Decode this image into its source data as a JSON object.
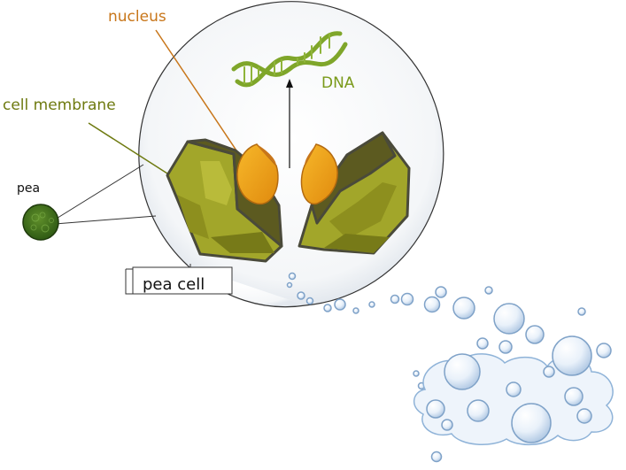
{
  "labels": {
    "nucleus": "nucleus",
    "dna": "DNA",
    "cell_membrane": "cell membrane",
    "pea": "pea",
    "pea_cell": "pea cell"
  },
  "colors": {
    "nucleus_label": "#c8761a",
    "dna_label": "#7a9a1a",
    "membrane_label": "#6e7a10",
    "text_dark": "#111111",
    "cell_green": "#a2a62a",
    "cell_dark": "#5c5a20",
    "nucleus_fill": "#f0a21a",
    "dna_green": "#7fa62a",
    "bubble_blue": "#8fb3d8"
  }
}
